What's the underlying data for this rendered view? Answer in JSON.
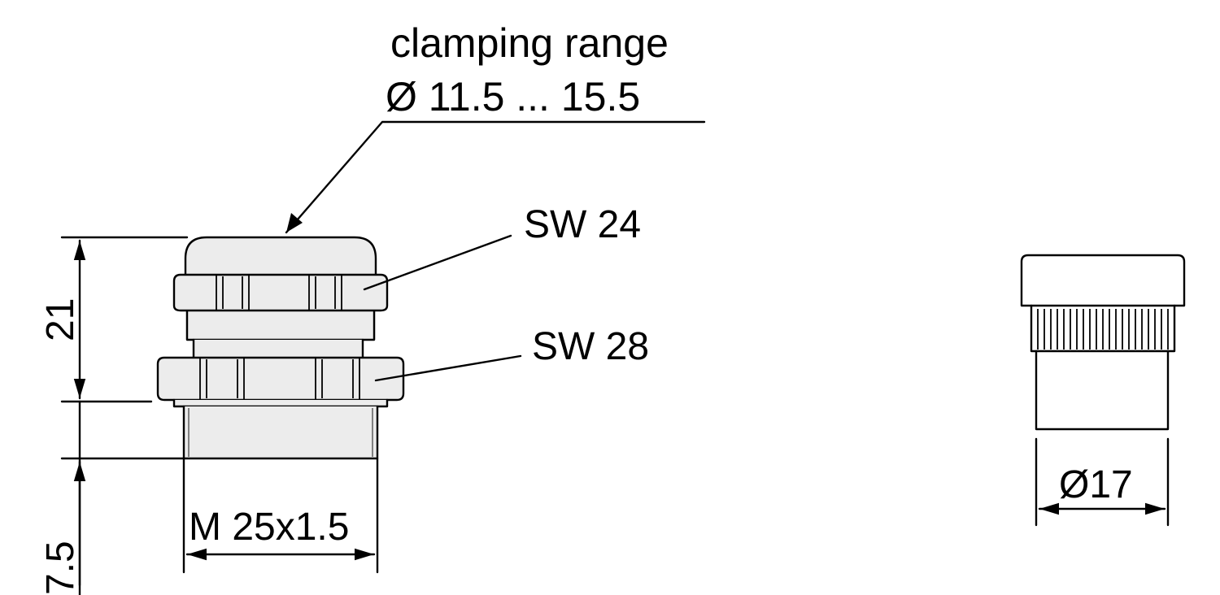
{
  "labels": {
    "clamping_title": "clamping range",
    "clamping_value": "Ø 11.5 ... 15.5",
    "sw_top": "SW 24",
    "sw_bottom": "SW 28",
    "height_main": "21",
    "height_thread": "7.5",
    "thread": "M 25x1.5",
    "plug_diameter": "Ø17"
  },
  "colors": {
    "line": "#000000",
    "shade": "#ececec",
    "background": "#ffffff"
  }
}
